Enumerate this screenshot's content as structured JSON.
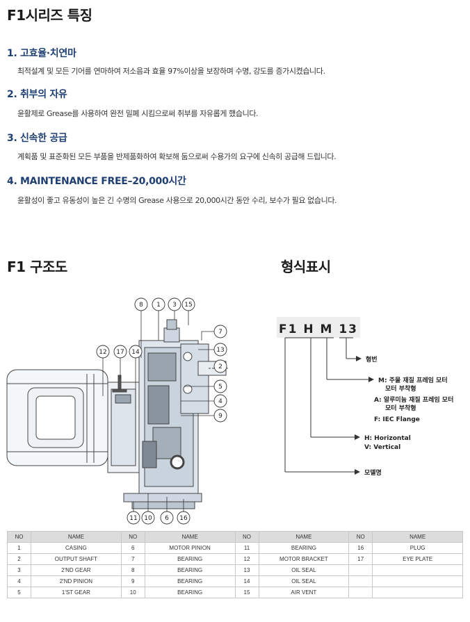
{
  "page_title": "F1시리즈 특징",
  "features": [
    {
      "heading": "1. 고효율·치연마",
      "description": "최적설계 및 모든 기어를 연마하여 저소음과 효율 97%이상을 보장하며 수명, 강도를 증가시켰습니다."
    },
    {
      "heading": "2. 취부의 자유",
      "description": "윤활제로 Grease를 사용하여 완전 밀폐 시킴으로써 취부를 자유롭게 했습니다."
    },
    {
      "heading": "3. 신속한 공급",
      "description": "계획품 및 표준화된 모든 부품을 반제품화하여 확보해 둠으로써 수용가의 요구에 신속히 공급해 드립니다."
    },
    {
      "heading": "4. MAINTENANCE FREE–20,000시간",
      "description": "윤활성이 좋고 유동성이 높은 긴 수명의 Grease 사용으로 20,000시간 동안 수리, 보수가 필요 없습니다."
    }
  ],
  "structure": {
    "title": "F1 구조도",
    "callouts": [
      "8",
      "1",
      "3",
      "15",
      "7",
      "13",
      "2",
      "12",
      "17",
      "14",
      "5",
      "4",
      "9",
      "11",
      "10",
      "6",
      "16"
    ]
  },
  "designation": {
    "title": "형식표시",
    "code": "F1 H M 13",
    "labels": {
      "model_no": "형번",
      "mount_m1": "M: 주물 재질 프레임 모터",
      "mount_m2": "모터 부착형",
      "mount_a1": "A: 알루미늄 재질 프레임 모터",
      "mount_a2": "모터 부착형",
      "mount_f": "F: IEC Flange",
      "orient_h": "H: Horizontal",
      "orient_v": "V: Vertical",
      "model_name": "모델명"
    }
  },
  "parts_table": {
    "headers": [
      "NO",
      "NAME",
      "NO",
      "NAME",
      "NO",
      "NAME",
      "NO",
      "NAME"
    ],
    "rows": [
      [
        "1",
        "CASING",
        "6",
        "MOTOR PINION",
        "11",
        "BEARING",
        "16",
        "PLUG"
      ],
      [
        "2",
        "OUTPUT SHAFT",
        "7",
        "BEARING",
        "12",
        "MOTOR BRACKET",
        "17",
        "EYE PLATE"
      ],
      [
        "3",
        "2'ND GEAR",
        "8",
        "BEARING",
        "13",
        "OIL SEAL",
        "",
        ""
      ],
      [
        "4",
        "2'ND PINION",
        "9",
        "BEARING",
        "14",
        "OIL SEAL",
        "",
        ""
      ],
      [
        "5",
        "1'ST GEAR",
        "10",
        "BEARING",
        "15",
        "AIR VENT",
        "",
        ""
      ]
    ]
  }
}
